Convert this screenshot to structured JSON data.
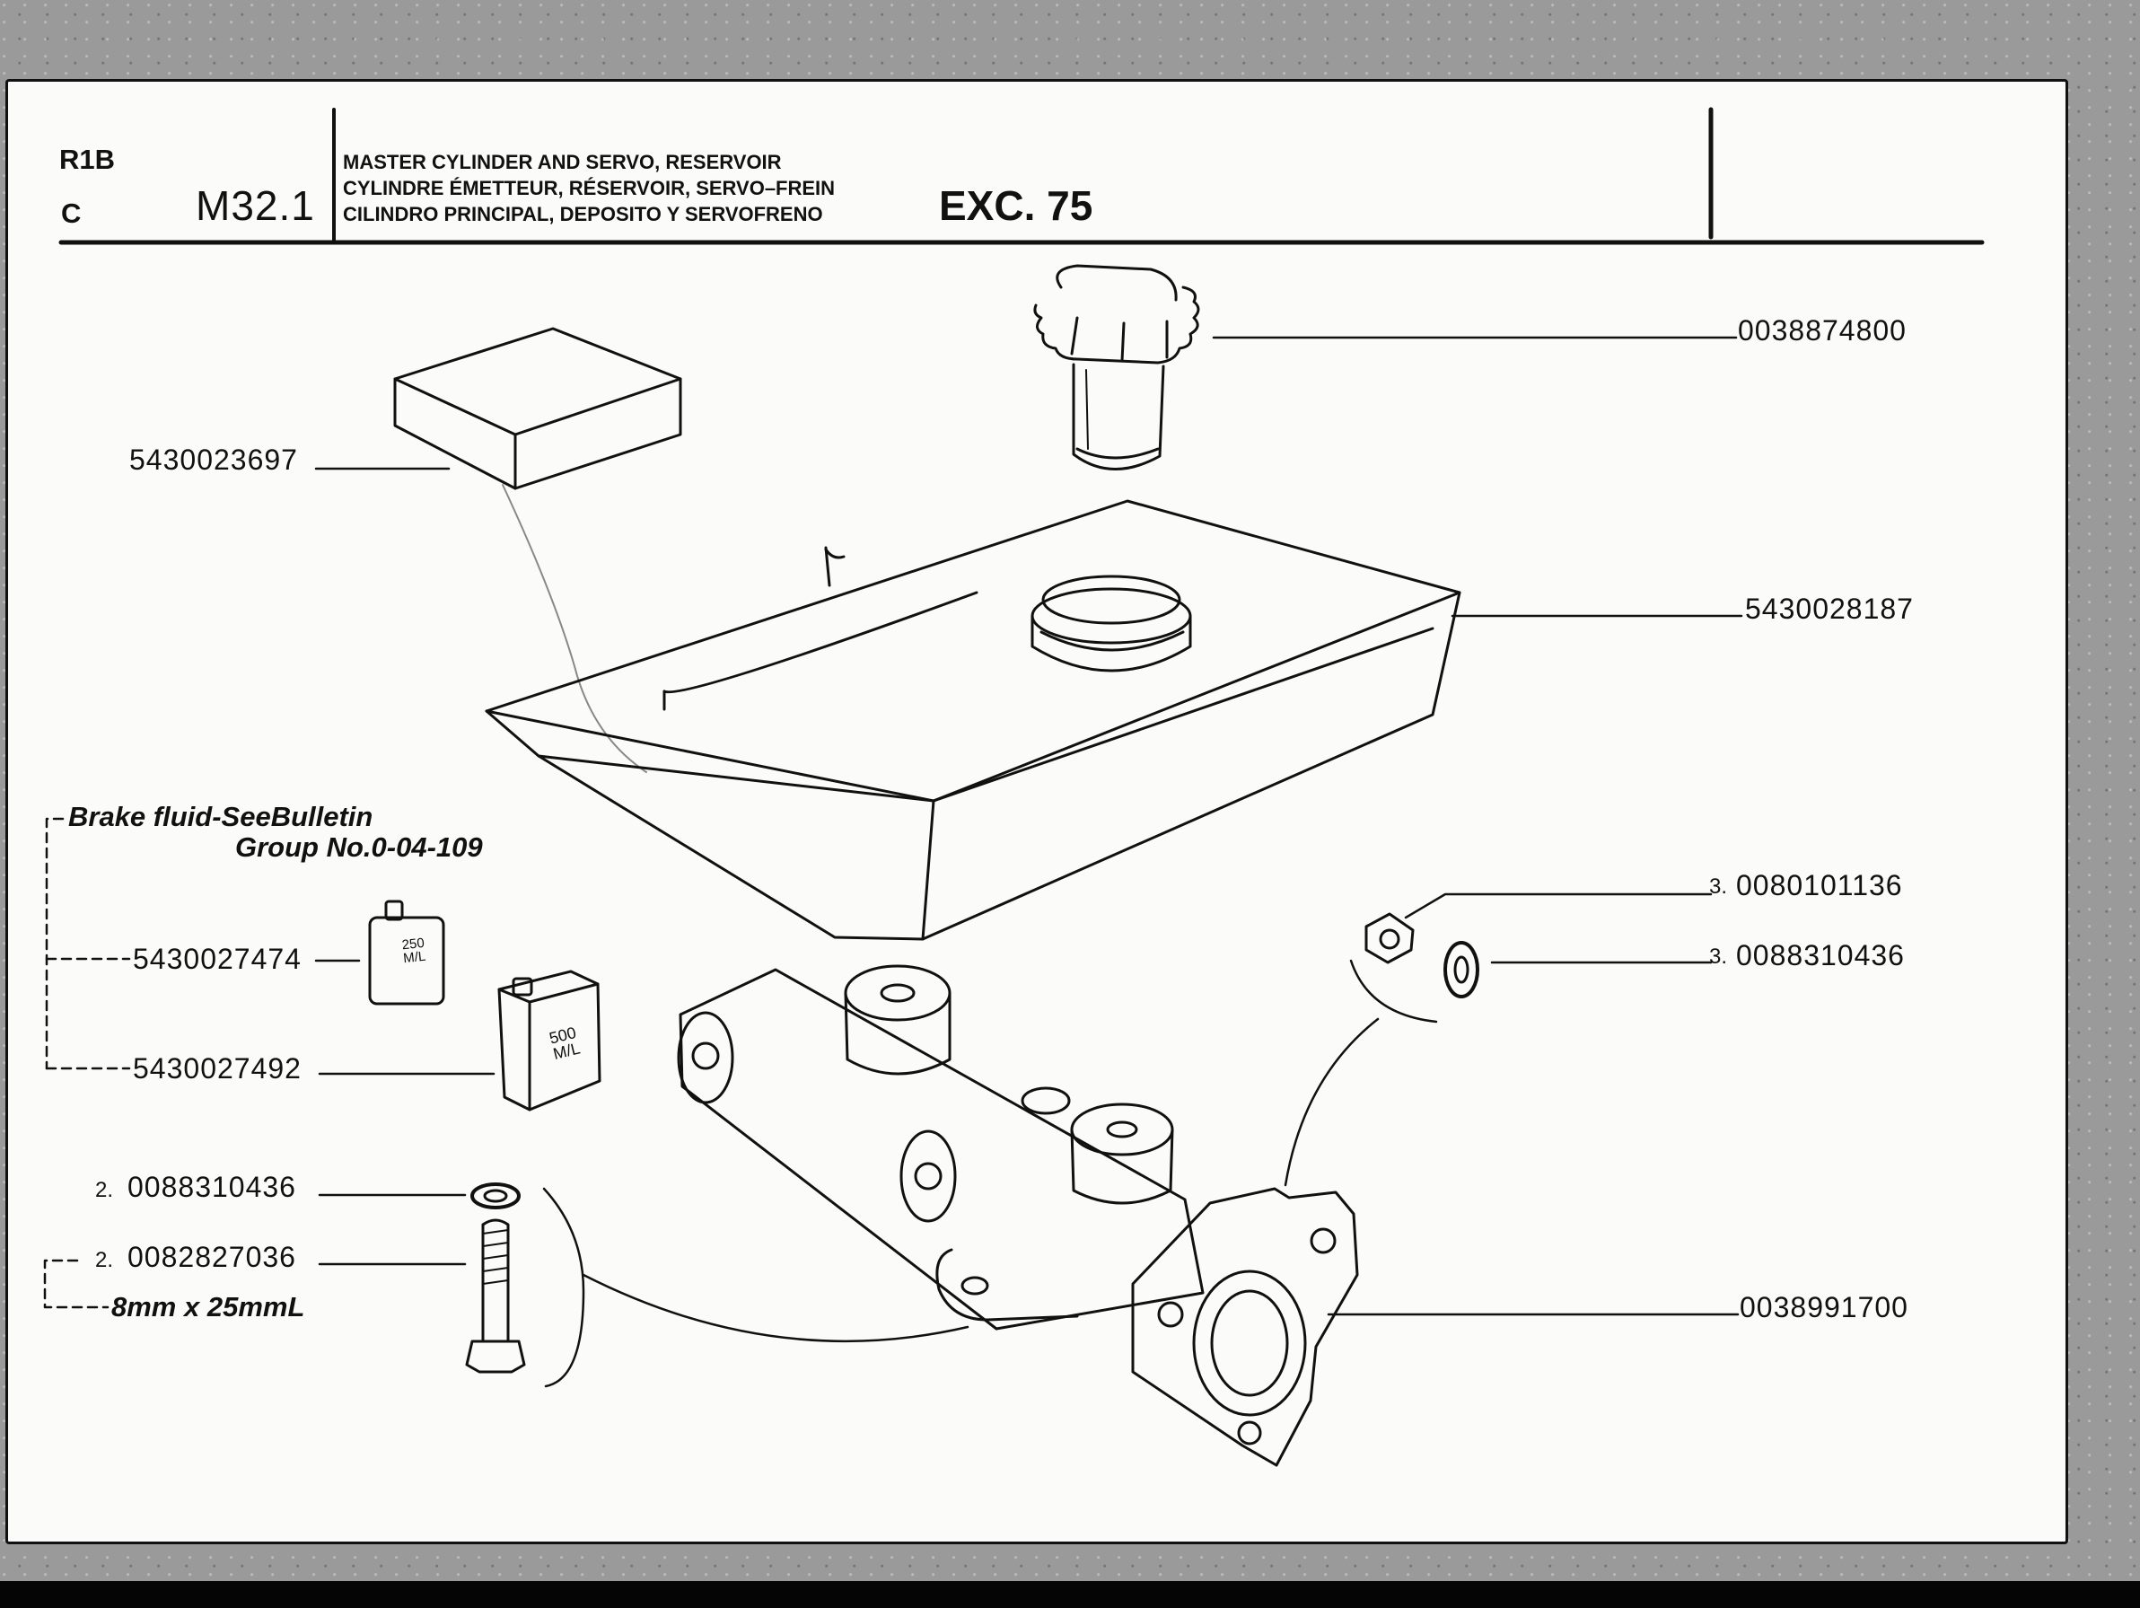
{
  "header": {
    "section_code": "R1B",
    "variant_code": "C",
    "page_ref": "M32.1",
    "title_lines": [
      "MASTER CYLINDER AND SERVO, RESERVOIR",
      "CYLINDRE ÉMETTEUR, RÉSERVOIR, SERVO–FREIN",
      "CILINDRO PRINCIPAL, DEPOSITO Y SERVOFRENO"
    ],
    "exception": "EXC. 75"
  },
  "parts": {
    "cap": "0038874800",
    "seal_kit": "5430023697",
    "reservoir": "5430028187",
    "nut": "0080101136",
    "washer_right": "0088310436",
    "fluid_250": "5430027474",
    "fluid_500": "5430027492",
    "washer_left": "0088310436",
    "bolt": "0082827036",
    "master_cylinder": "0038991700"
  },
  "quantities": {
    "nut": "3.",
    "washer_right": "3.",
    "washer_left": "2.",
    "bolt": "2."
  },
  "notes": {
    "brake_fluid_line1": "Brake fluid-SeeBulletin",
    "brake_fluid_line2": "Group No.0-04-109",
    "bolt_size": "8mm x 25mmL"
  },
  "can_labels": {
    "small_1": "250",
    "small_2": "M/L",
    "large_1": "500",
    "large_2": "M/L"
  }
}
